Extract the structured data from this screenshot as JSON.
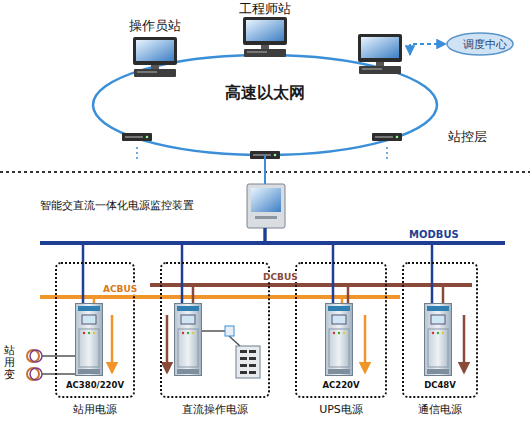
{
  "diagram": {
    "nodes": [
      {
        "text": [
          "高速以太网"
        ]
      },
      {
        "text": [
          "操作员站"
        ]
      },
      {
        "text": [
          "工程师站"
        ]
      },
      {
        "text": [
          "调度中心"
        ]
      },
      {
        "text": [
          "智能交直流一体化电源监控装置"
        ]
      },
      {
        "text": [
          "站用电源",
          "AC380/220V"
        ]
      },
      {
        "text": [
          "直流操作电源"
        ]
      },
      {
        "text": [
          "UPS电源",
          "AC220V"
        ]
      },
      {
        "text": [
          "通信电源",
          "DC48V"
        ]
      }
    ],
    "edges": [
      {
        "from": 4,
        "to": 0,
        "arrow": "none"
      },
      {
        "from": 0,
        "to": 3,
        "arrow": "both"
      },
      {
        "from": 4,
        "to": 5,
        "arrow": "none"
      },
      {
        "from": 4,
        "to": 6,
        "arrow": "none"
      },
      {
        "from": 4,
        "to": 7,
        "arrow": "none"
      },
      {
        "from": 4,
        "to": 8,
        "arrow": "none"
      }
    ],
    "labels": [
      "站控层",
      "MODBUS",
      "DCBUS",
      "ACBUS",
      "站用变"
    ]
  }
}
